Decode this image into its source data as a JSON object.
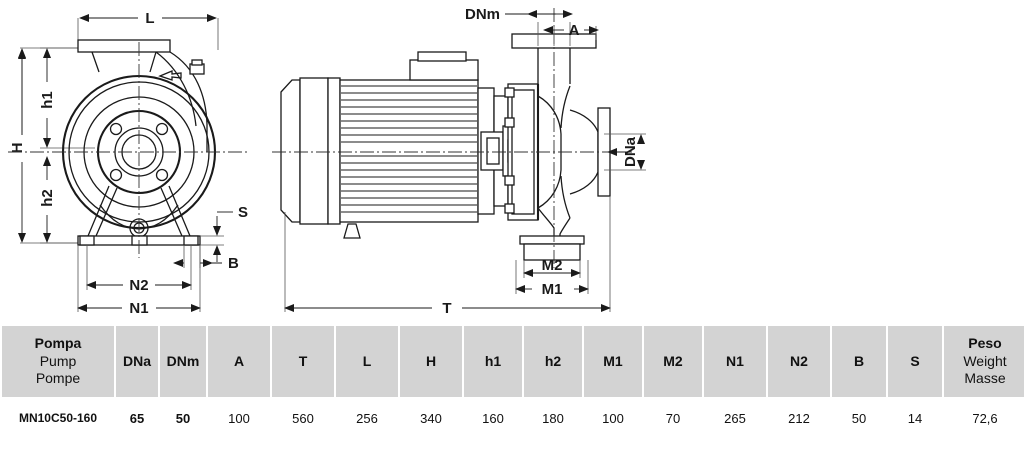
{
  "drawing": {
    "front_view": {
      "name": "pump-front-view",
      "dimension_labels": [
        "L",
        "H",
        "h1",
        "h2",
        "N1",
        "N2",
        "B",
        "S"
      ]
    },
    "side_view": {
      "name": "pump-side-view",
      "dimension_labels": [
        "DNm",
        "A",
        "DNa",
        "M1",
        "M2",
        "T"
      ]
    },
    "labels": {
      "L": "L",
      "H": "H",
      "h1": "h1",
      "h2": "h2",
      "N1": "N1",
      "N2": "N2",
      "B": "B",
      "S": "S",
      "DNm": "DNm",
      "DNa": "DNa",
      "A": "A",
      "M1": "M1",
      "M2": "M2",
      "T": "T"
    }
  },
  "table": {
    "headers": [
      {
        "main": "Pompa",
        "sub1": "Pump",
        "sub2": "Pompe"
      },
      {
        "main": "DNa"
      },
      {
        "main": "DNm"
      },
      {
        "main": "A"
      },
      {
        "main": "T"
      },
      {
        "main": "L"
      },
      {
        "main": "H"
      },
      {
        "main": "h1"
      },
      {
        "main": "h2"
      },
      {
        "main": "M1"
      },
      {
        "main": "M2"
      },
      {
        "main": "N1"
      },
      {
        "main": "N2"
      },
      {
        "main": "B"
      },
      {
        "main": "S"
      },
      {
        "main": "Peso",
        "sub1": "Weight",
        "sub2": "Masse"
      }
    ],
    "rows": [
      {
        "pump": "MN10C50-160",
        "DNa": "65",
        "DNm": "50",
        "A": "100",
        "T": "560",
        "L": "256",
        "H": "340",
        "h1": "160",
        "h2": "180",
        "M1": "100",
        "M2": "70",
        "N1": "265",
        "N2": "212",
        "B": "50",
        "S": "14",
        "Peso": "72,6"
      }
    ]
  },
  "colors": {
    "header_background": "#d3d3d3",
    "line": "#1a1a1a",
    "page_background": "#ffffff"
  }
}
